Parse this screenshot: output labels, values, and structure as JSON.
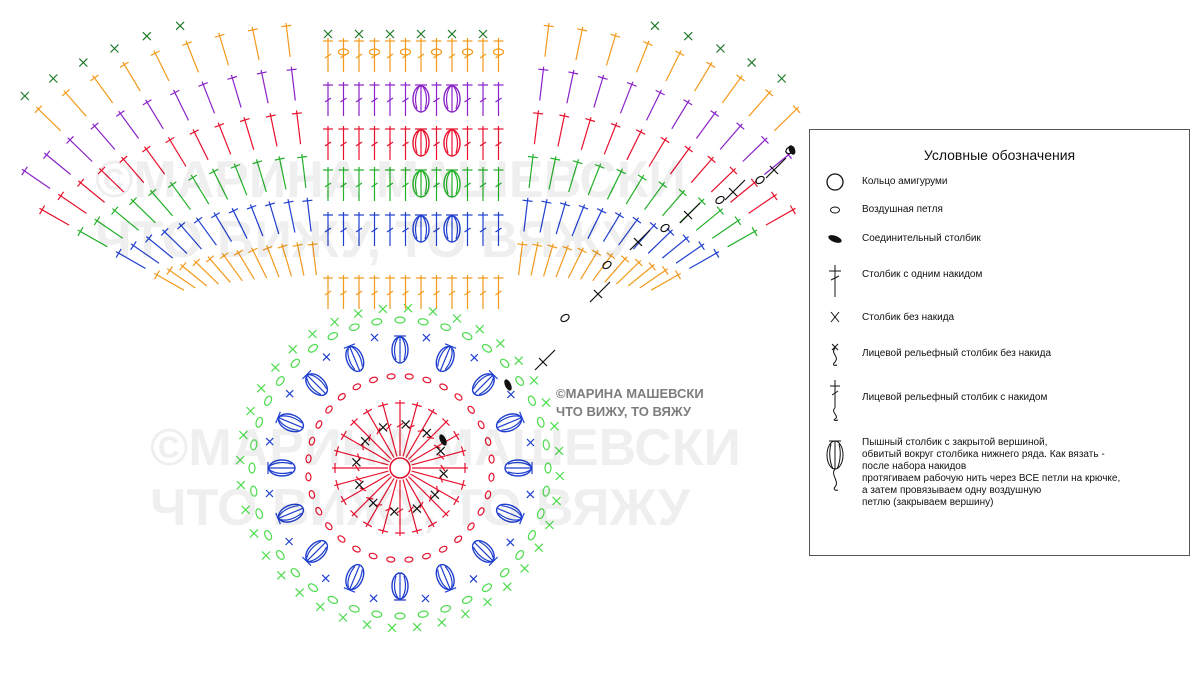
{
  "colors": {
    "red": "#e8112d",
    "green": "#22b128",
    "blue": "#1f3fcf",
    "orange": "#f39a1c",
    "purple": "#8a22c9",
    "black": "#111111",
    "lightgreen": "#4ddc4d",
    "darkgreen": "#1f7a2a"
  },
  "watermark": {
    "line1": "©МАРИНА МАШЕВСКИ",
    "line2": "ЧТО ВИЖУ, ТО ВЯЖУ"
  },
  "credit": {
    "line1": "©МАРИНА МАШЕВСКИ",
    "line2": "ЧТО ВИЖУ, ТО ВЯЖУ"
  },
  "legend": {
    "title": "Условные обозначения",
    "items": [
      {
        "icon": "magic-ring-icon",
        "label": "Кольцо амигуруми"
      },
      {
        "icon": "chain-stitch-icon",
        "label": "Воздушная петля"
      },
      {
        "icon": "slip-stitch-icon",
        "label": "Соединительный столбик"
      },
      {
        "icon": "double-crochet-icon",
        "label": "Столбик с одним накидом"
      },
      {
        "icon": "single-crochet-icon",
        "label": "Столбик без накида"
      },
      {
        "icon": "fpsc-icon",
        "label": "Лицевой рельефный столбик без накида"
      },
      {
        "icon": "fpdc-icon",
        "label": "Лицевой рельефный столбик с накидом"
      },
      {
        "icon": "puff-stitch-icon",
        "label": "Пышный столбик с закрытой вершиной,\nобвитый вокруг столбика нижнего ряда. Как вязать -\nпосле набора накидов\nпротягиваем рабочую нить через ВСЕ петли на крючке,\nа затем провязываем одну воздушную\nпетлю (закрываем вершину)"
      }
    ]
  }
}
